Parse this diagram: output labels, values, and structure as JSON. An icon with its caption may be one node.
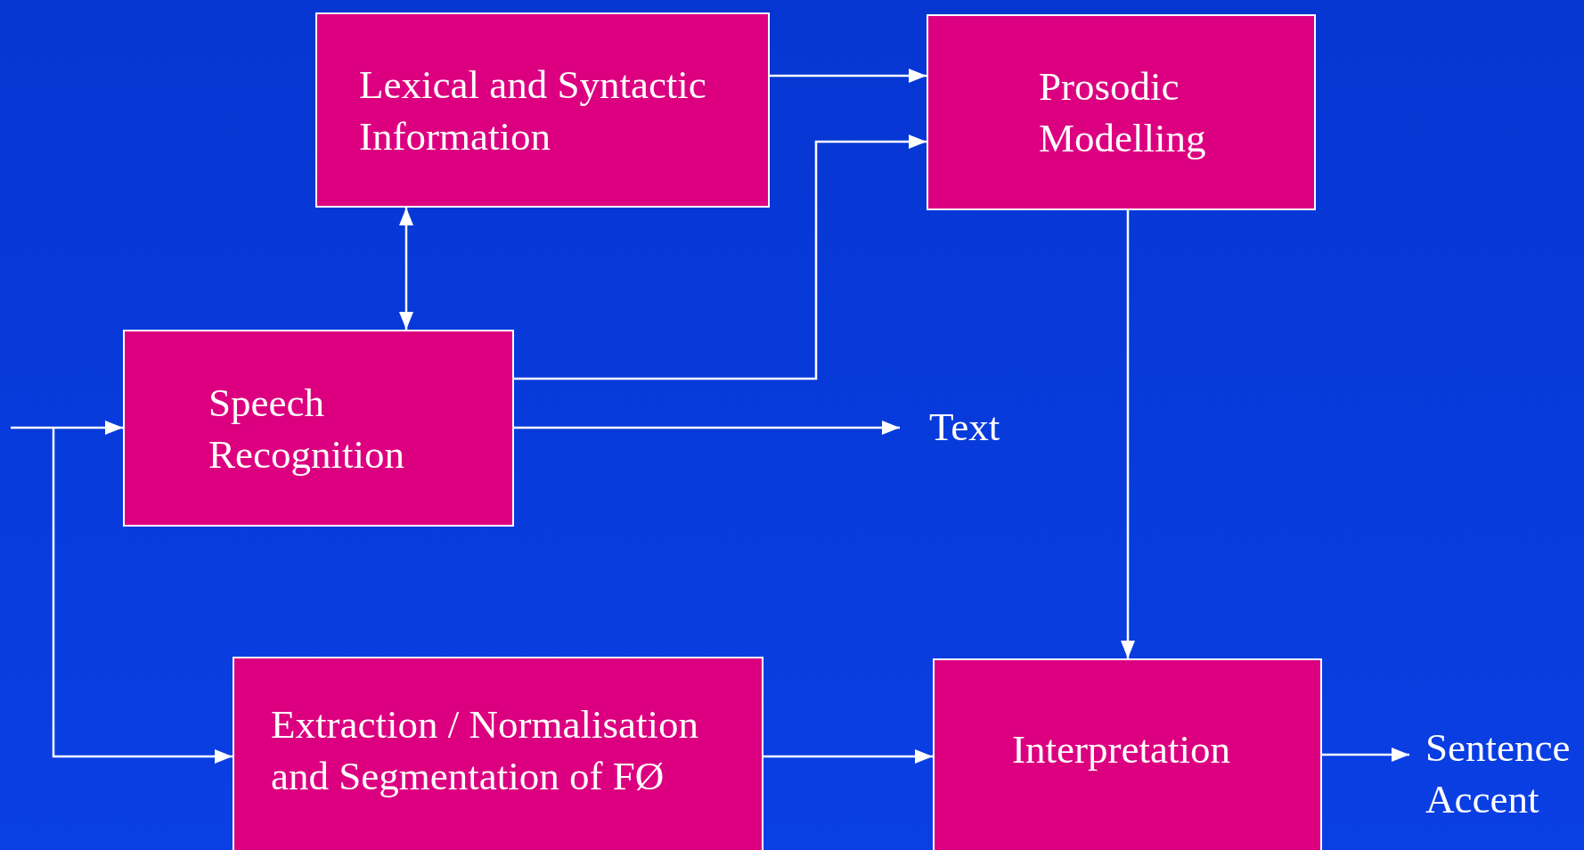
{
  "diagram": {
    "nodes": [
      {
        "text": [
          "Lexical and Syntactic Information"
        ]
      },
      {
        "text": [
          "Prosodic Modelling"
        ]
      },
      {
        "text": [
          "Speech Recognition"
        ]
      },
      {
        "text": [
          "Text"
        ]
      },
      {
        "text": [
          "Extraction / Normalisation and Segmentation of FØ"
        ]
      },
      {
        "text": [
          "Interpretation"
        ]
      },
      {
        "text": [
          "Sentence Accent"
        ]
      }
    ],
    "edges": [
      {
        "from": 0,
        "to": 1,
        "arrow": "to"
      },
      {
        "from": 2,
        "to": 1,
        "arrow": "to"
      },
      {
        "from": 0,
        "to": 2,
        "arrow": "both"
      },
      {
        "from": null,
        "to": 2,
        "arrow": "to"
      },
      {
        "from": null,
        "to": 4,
        "arrow": "to"
      },
      {
        "from": 2,
        "to": 3,
        "arrow": "to"
      },
      {
        "from": 1,
        "to": 5,
        "arrow": "to"
      },
      {
        "from": 4,
        "to": 5,
        "arrow": "to"
      },
      {
        "from": 5,
        "to": 6,
        "arrow": "to"
      }
    ]
  }
}
